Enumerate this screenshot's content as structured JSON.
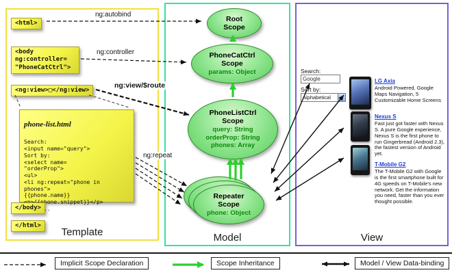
{
  "colors": {
    "panel_template_border": "#f0e03c",
    "panel_model_border": "#35e39b",
    "panel_view_border": "#7a5fd0",
    "scope_fill_green": "#57cd57",
    "scope_props_green": "#0b8a0b",
    "inheritance_arrow_green": "#2bd12b",
    "template_box_yellow": "#f4f44a",
    "link_blue": "#1f3bd4"
  },
  "arrows": {
    "autobind": "ng:autobind",
    "controller": "ng:controller",
    "view_route": "ng:view/$route",
    "repeat": "ng:repeat"
  },
  "template": {
    "label": "Template",
    "html_open": "<html>",
    "body_open": "<body\nng:controller=\n\"PhoneCatCtrl\">",
    "ng_view": "<ng:view>□</ng:view>",
    "body_close": "</body>",
    "html_close": "</html>",
    "phone_list_title": "phone-list.html",
    "phone_list_code": "Search:\n<input name=\"query\">\nSort by:\n<select name=\n\"orderProp\">\n<ul>\n<li ng:repeat=\"phone in phones\">\n{{phone.name}}\n<p>{{phone.snippet}}</p>\n</li>..."
  },
  "model": {
    "label": "Model",
    "scopes": {
      "root": {
        "title": "Root\nScope"
      },
      "phonecat": {
        "title": "PhoneCatCtrl\nScope",
        "props": "params: Object"
      },
      "phonelist": {
        "title": "PhoneListCtrl\nScope",
        "props": "query: String\norderProp: String\nphones: Array"
      },
      "repeater": {
        "title": "Repeater\nScope",
        "props": "phone: Object"
      }
    }
  },
  "view": {
    "label": "View",
    "search_label": "Search:",
    "search_value": "Google",
    "sort_label": "Sort by:",
    "sort_value": "Alphabetical",
    "phones": [
      {
        "name": "LG Axia",
        "desc": "Android Powered, Google Maps Navigation, 5 Customizable Home Screens"
      },
      {
        "name": "Nexus S",
        "desc": "Fast just got faster with Nexus S. A pure Google experience, Nexus S is the first phone to run Gingerbread (Android 2.3), the fastest version of Android yet."
      },
      {
        "name": "T-Mobile G2",
        "desc": "The T-Mobile G2 with Google is the first smartphone built for 4G speeds on T-Mobile's new network. Get the information you need, faster than you ever thought possible."
      }
    ]
  },
  "legend": {
    "implicit": "Implicit Scope Declaration",
    "inheritance": "Scope Inheritance",
    "binding": "Model / View Data-binding"
  }
}
